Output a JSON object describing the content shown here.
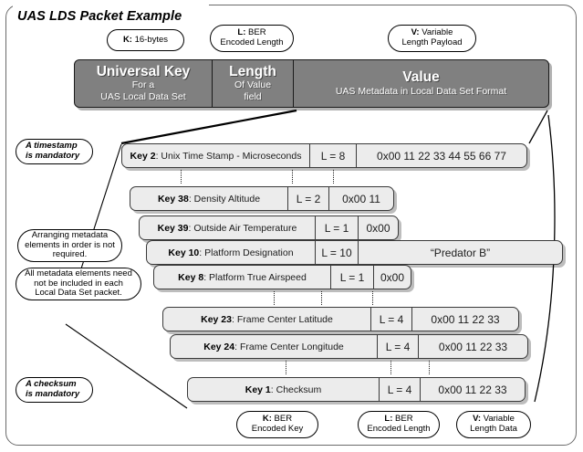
{
  "frame": {
    "title": "UAS LDS Packet Example"
  },
  "top_callouts": [
    {
      "name": "k-callout",
      "line1_bold": "K:",
      "line1_rest": " 16-bytes",
      "line2": ""
    },
    {
      "name": "l-callout",
      "line1_bold": "L:",
      "line1_rest": "  BER",
      "line2": "Encoded Length"
    },
    {
      "name": "v-callout",
      "line1_bold": "V:",
      "line1_rest": "  Variable",
      "line2": "Length Payload"
    }
  ],
  "klv_bar": {
    "key": {
      "title": "Universal Key",
      "sub1": "For a",
      "sub2": "UAS Local Data Set"
    },
    "length": {
      "title": "Length",
      "sub1": "Of Value",
      "sub2": "field"
    },
    "value": {
      "title": "Value",
      "sub1": "UAS Metadata in Local Data Set Format"
    }
  },
  "side_notes": [
    {
      "name": "timestamp-note",
      "line1": "A timestamp",
      "line2": "is mandatory"
    },
    {
      "name": "ordering-note",
      "line1": "Arranging metadata",
      "line2": "elements in order is not",
      "line3": "required."
    },
    {
      "name": "optional-note",
      "line1": "All metadata elements need",
      "line2": "not be included in each",
      "line3": "Local Data Set packet."
    },
    {
      "name": "checksum-note",
      "line1": "A checksum",
      "line2": "is mandatory"
    }
  ],
  "rows": [
    {
      "key_label": "Key 2",
      "key_name": "Unix Time Stamp - Microseconds",
      "length": "L = 8",
      "value": "0x00 11 22 33 44 55 66 77"
    },
    {
      "key_label": "Key 38",
      "key_name": "Density Altitude",
      "length": "L = 2",
      "value": "0x00 11"
    },
    {
      "key_label": "Key 39",
      "key_name": "Outside Air Temperature",
      "length": "L = 1",
      "value": "0x00"
    },
    {
      "key_label": "Key 10",
      "key_name": "Platform Designation",
      "length": "L = 10",
      "value": "“Predator B”"
    },
    {
      "key_label": "Key 8",
      "key_name": "Platform True Airspeed",
      "length": "L = 1",
      "value": "0x00"
    },
    {
      "key_label": "Key 23",
      "key_name": "Frame Center Latitude",
      "length": "L = 4",
      "value": "0x00 11 22 33"
    },
    {
      "key_label": "Key 24",
      "key_name": "Frame Center Longitude",
      "length": "L = 4",
      "value": "0x00 11 22 33"
    },
    {
      "key_label": "Key 1",
      "key_name": "Checksum",
      "length": "L = 4",
      "value": "0x00 11 22 33"
    }
  ],
  "bottom_callouts": [
    {
      "name": "k-legend",
      "line1_bold": "K:",
      "line1_rest": "  BER",
      "line2": "Encoded Key"
    },
    {
      "name": "l-legend",
      "line1_bold": "L:",
      "line1_rest": "  BER",
      "line2": "Encoded Length"
    },
    {
      "name": "v-legend",
      "line1_bold": "V:",
      "line1_rest": "  Variable",
      "line2": "Length Data"
    }
  ],
  "colors": {
    "header_fill": "#808080",
    "row_fill": "#ececec",
    "frame_border": "#6b6b6b",
    "text": "#1b1b1b"
  }
}
